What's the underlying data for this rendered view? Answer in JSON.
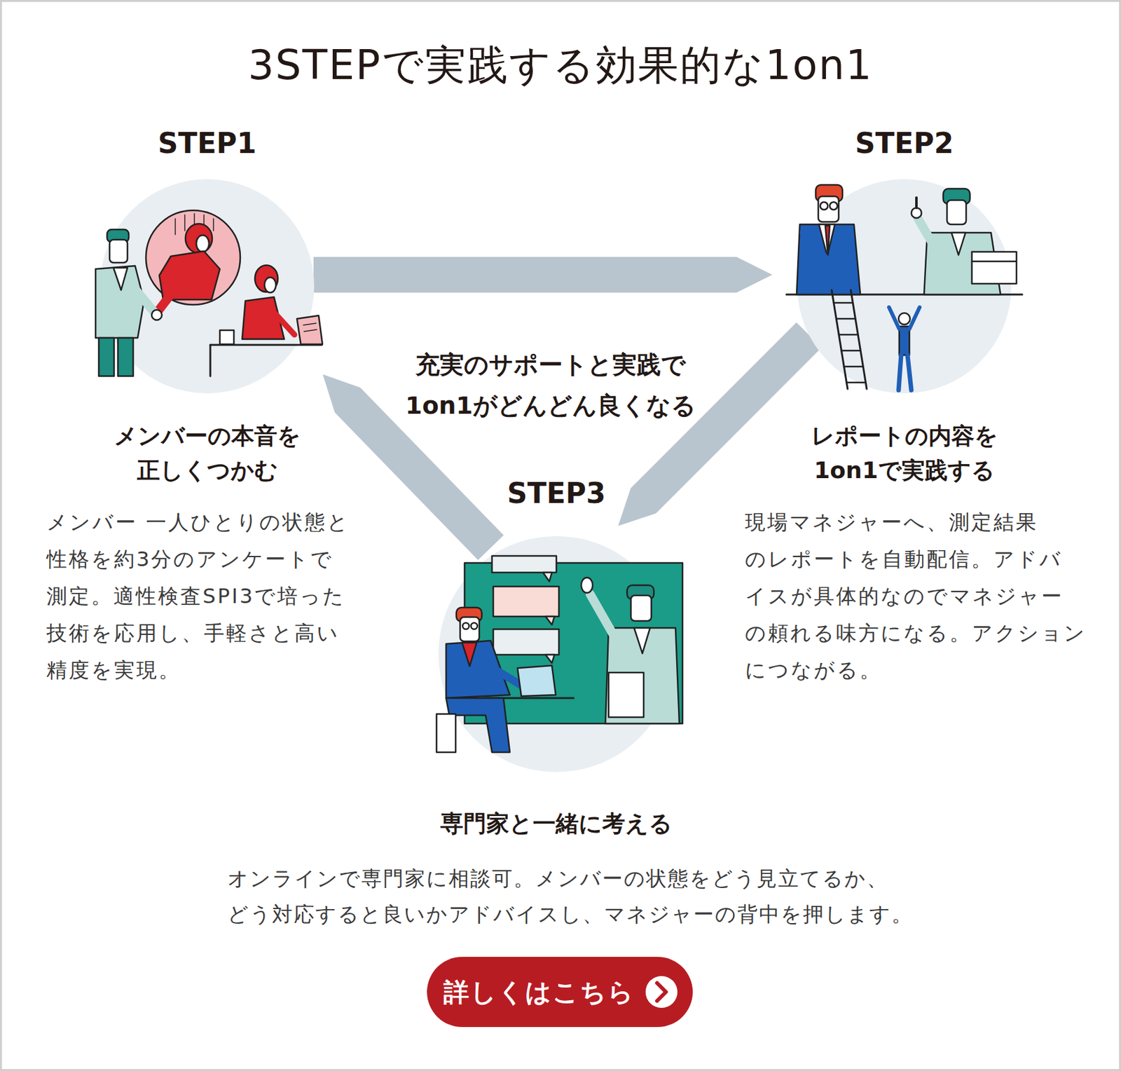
{
  "diagram": {
    "title": "3STEPで実践する効果的な1on1",
    "nodes": [
      {
        "text": [
          "STEP1",
          "メンバーの本音を 正しくつかむ",
          "メンバー 一人ひとりの状態と 性格を約3分のアンケートで 測定。適性検査SPI3で培った 技術を応用し、手軽さと高い 精度を実現。"
        ]
      },
      {
        "text": [
          "STEP2",
          "レポートの内容を 1on1で実践する",
          "現場マネジャーへ、測定結果 のレポートを自動配信。アドバ イスが具体的なのでマネジャー の頼れる味方になる。アクション につながる。"
        ]
      },
      {
        "text": [
          "STEP3",
          "専門家と一緒に考える",
          "オンラインで専門家に相談可。メンバーの状態をどう見立てるか、 どう対応すると良いかアドバイスし、マネジャーの背中を押します。"
        ]
      },
      {
        "text": [
          "詳しくはこちら"
        ]
      }
    ],
    "edges": [
      {
        "from": 0,
        "to": 1,
        "arrow": "to"
      },
      {
        "from": 1,
        "to": 2,
        "arrow": "to"
      },
      {
        "from": 2,
        "to": 0,
        "arrow": "to"
      }
    ],
    "labels": [
      "充実のサポートと実践で 1on1がどんどん良くなる"
    ]
  }
}
